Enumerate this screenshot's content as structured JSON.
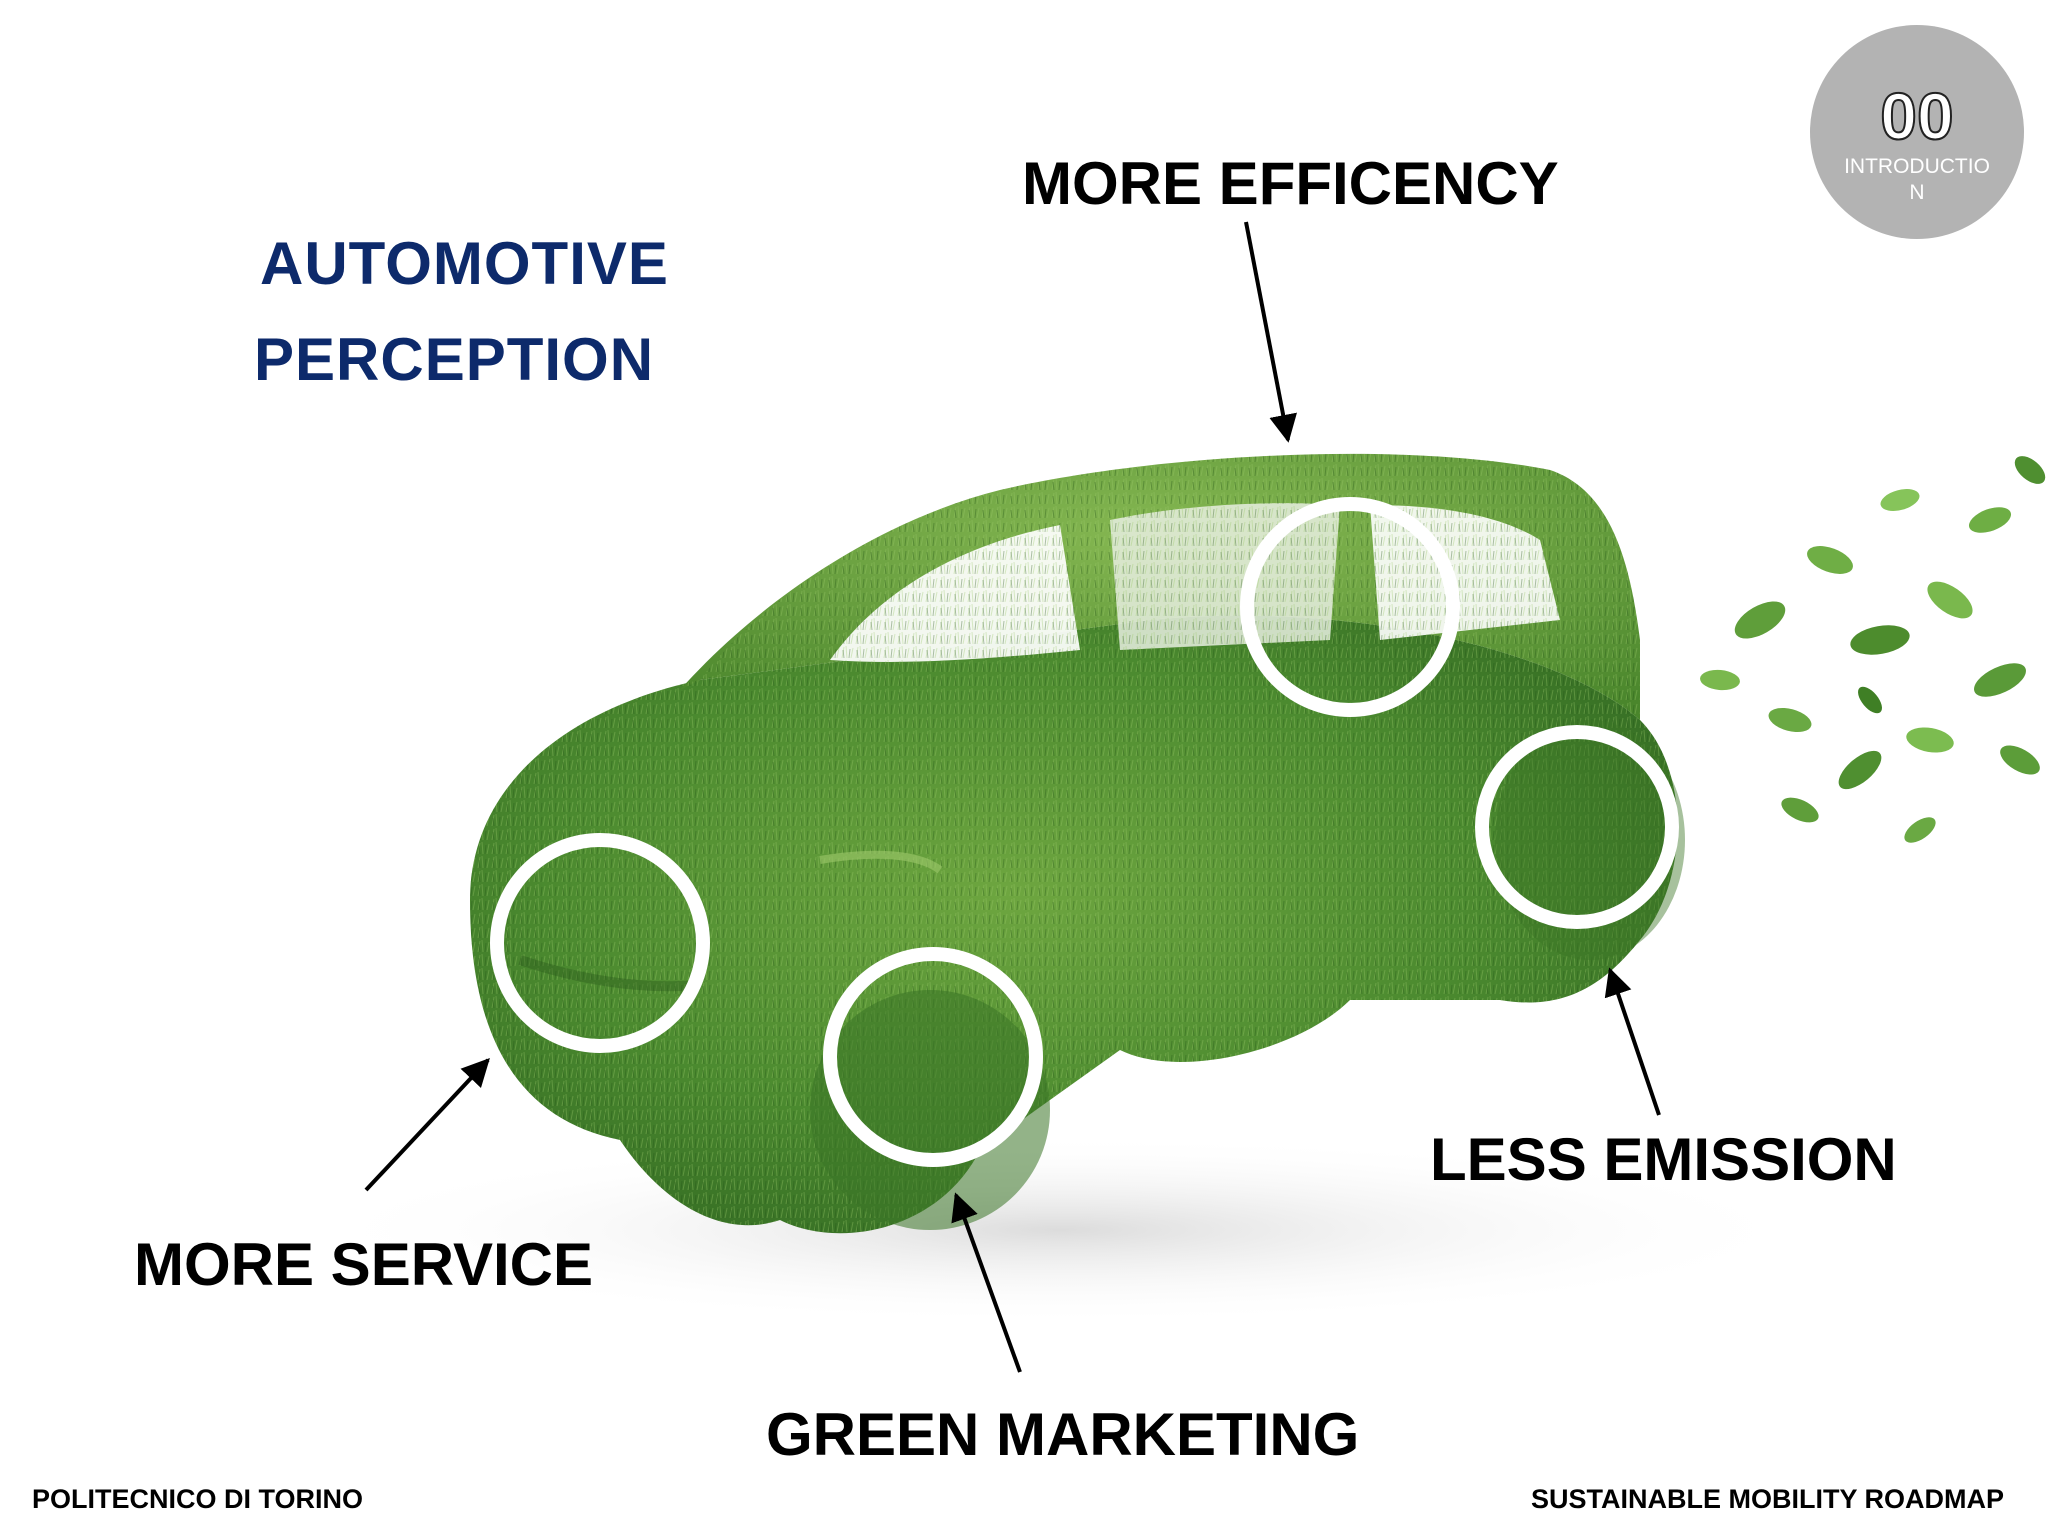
{
  "title": {
    "line1": "AUTOMOTIVE",
    "line2": "PERCEPTION"
  },
  "badge": {
    "number": "00",
    "label_line1": "INTRODUCTIO",
    "label_line2": "N"
  },
  "labels": {
    "efficiency": "MORE EFFICENCY",
    "emission": "LESS EMISSION",
    "service": "MORE SERVICE",
    "marketing": "GREEN MARKETING"
  },
  "footer": {
    "left": "POLITECNICO DI TORINO",
    "right": "SUSTAINABLE MOBILITY ROADMAP"
  },
  "colors": {
    "title": "#0d2a6b",
    "grass_dark": "#2f6a1f",
    "grass_mid": "#4a8a2e",
    "grass_light": "#7cb24a",
    "badge": "#b3b3b3",
    "ring": "#ffffff"
  },
  "image": {
    "subject": "grass-covered-car"
  }
}
